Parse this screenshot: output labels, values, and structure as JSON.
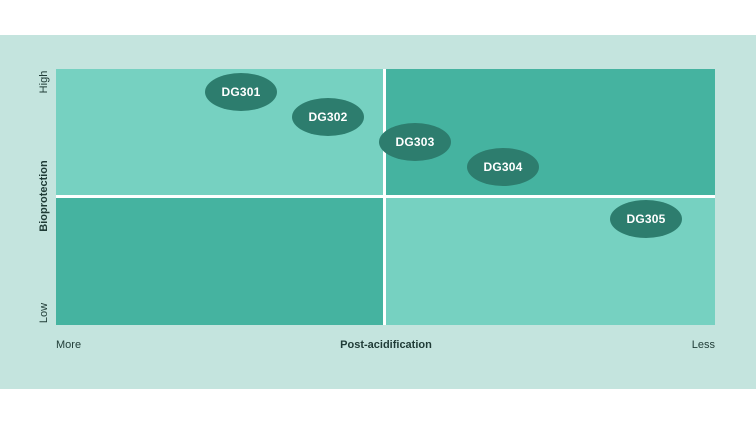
{
  "colors": {
    "background": "#c4e4de",
    "quadrant_light": "#76d1c1",
    "quadrant_dark": "#45b3a0",
    "bubble": "#2d7d6e"
  },
  "y_axis": {
    "label": "Bioprotection",
    "high": "High",
    "low": "Low"
  },
  "x_axis": {
    "label": "Post-acidification",
    "left": "More",
    "right": "Less"
  },
  "quadrants": [
    {
      "id": "top-left",
      "shade": "light"
    },
    {
      "id": "top-right",
      "shade": "dark"
    },
    {
      "id": "bottom-left",
      "shade": "dark"
    },
    {
      "id": "bottom-right",
      "shade": "light"
    }
  ],
  "products": [
    {
      "name": "DG301"
    },
    {
      "name": "DG302"
    },
    {
      "name": "DG303"
    },
    {
      "name": "DG304"
    },
    {
      "name": "DG305"
    }
  ]
}
